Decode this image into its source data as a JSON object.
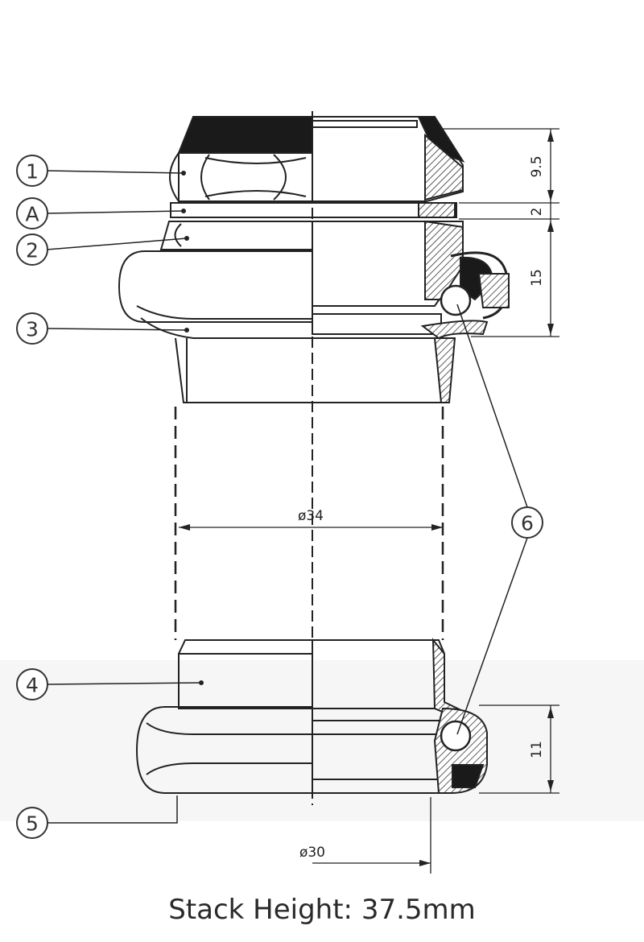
{
  "labels": {
    "part1": "1",
    "partA": "A",
    "part2": "2",
    "part3": "3",
    "part4": "4",
    "part5": "5",
    "part6": "6"
  },
  "dimensions": {
    "h_top": "9.5",
    "h_spacer": "2",
    "h_cup": "15",
    "h_bottom": "11",
    "d_tube": "ø34",
    "d_crown": "ø30"
  },
  "caption": "Stack Height: 37.5mm"
}
